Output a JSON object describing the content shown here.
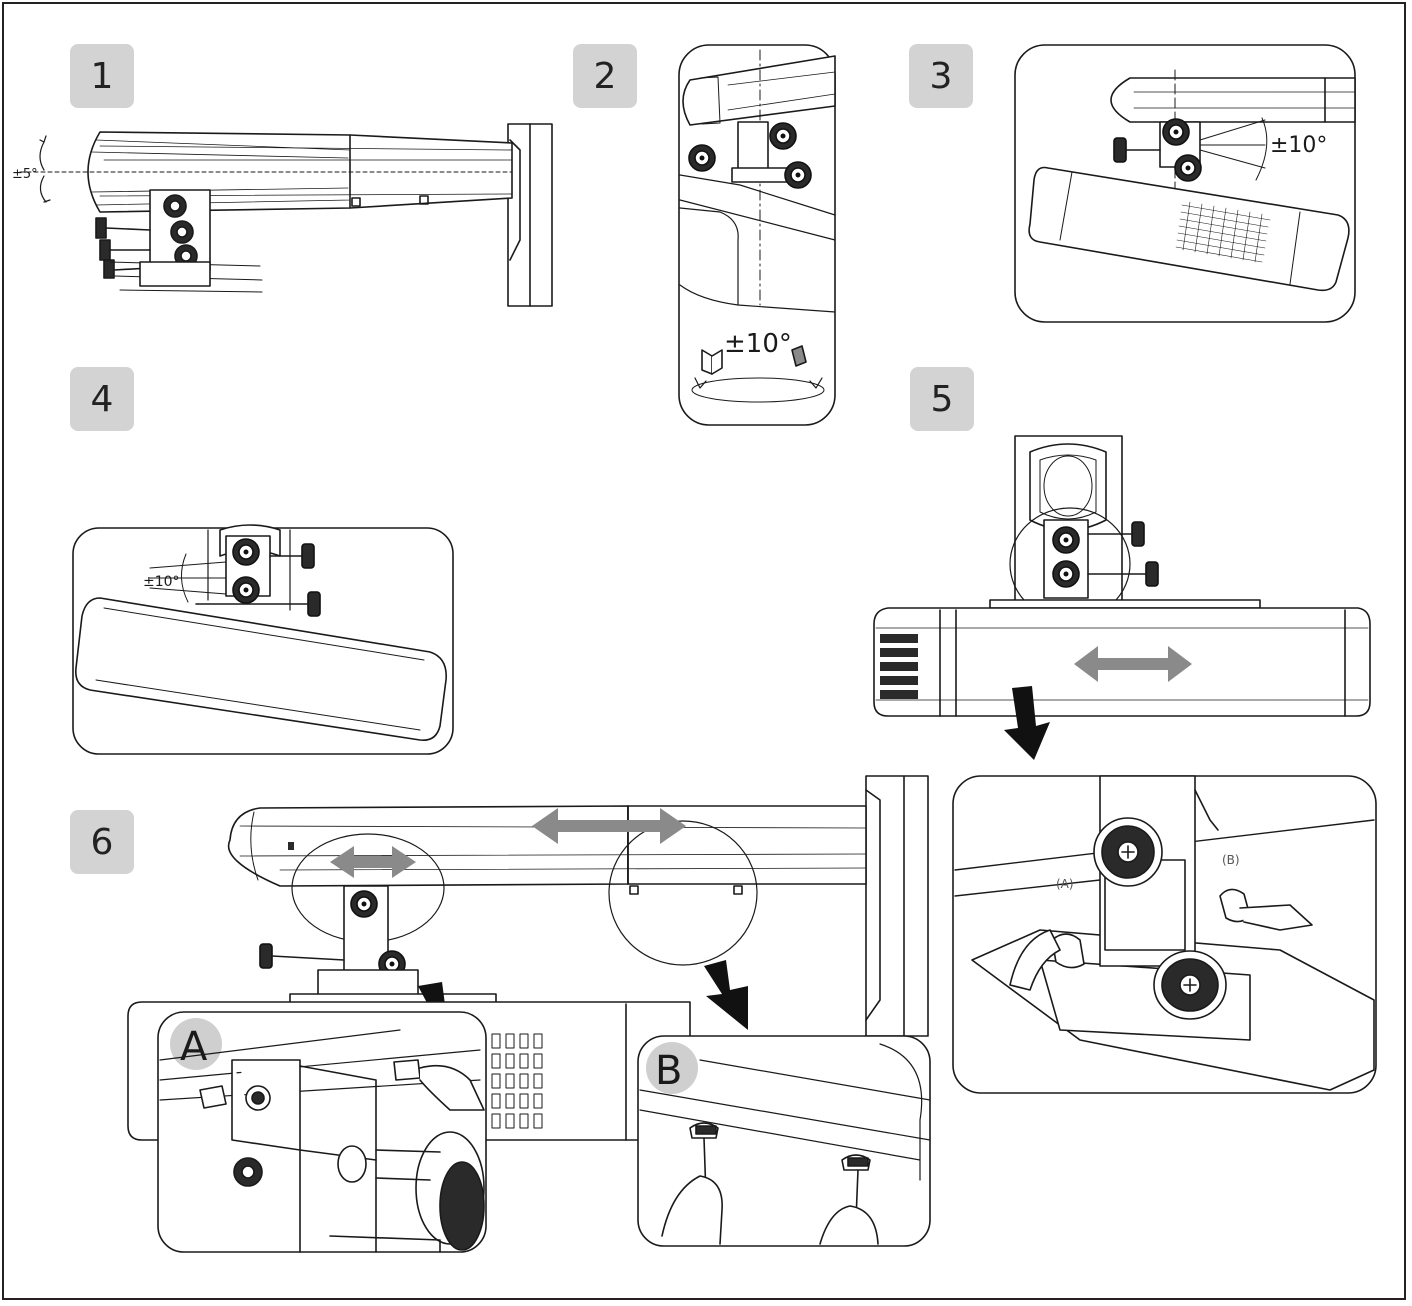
{
  "steps": [
    "1",
    "2",
    "3",
    "4",
    "5",
    "6"
  ],
  "angles": {
    "step1": "±5°",
    "step2": "±10°",
    "step3": "±10°",
    "step4": "±10°"
  },
  "callouts": {
    "small_a": "(A)",
    "small_b": "(B)",
    "big_a": "A",
    "big_b": "B"
  },
  "colors": {
    "line": "#1a1a1a",
    "step_box": "#d3d3d3",
    "arrow_grey": "#8a8a8a",
    "arrow_black": "#111111",
    "fill_light": "#f4f4f4",
    "fill_dark": "#2a2a2a"
  }
}
